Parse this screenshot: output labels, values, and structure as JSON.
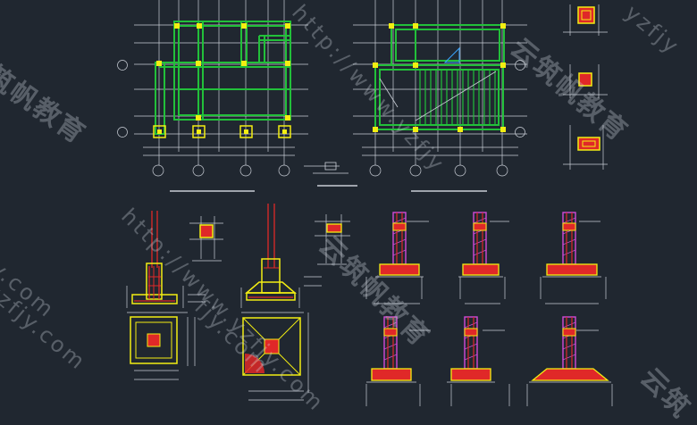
{
  "colors": {
    "background": "#202730",
    "grid": "#c9ced6",
    "beam": "#22c03a",
    "column": "#f3ee12",
    "rebar": "#e02828",
    "wall": "#d24ad8",
    "stair": "#22c03a",
    "dim": "#d6dce3",
    "watermark": "#cfd6de"
  },
  "watermarks": [
    {
      "id": "wm-1",
      "text": "yzfjy.com",
      "cls": "mid"
    },
    {
      "id": "wm-2",
      "text": "http://www.yzfjy.com",
      "cls": "mid"
    },
    {
      "id": "wm-3",
      "text": "云筑帆教育",
      "cls": "big"
    },
    {
      "id": "wm-4",
      "text": "yzfjy",
      "cls": "mid"
    },
    {
      "id": "wm-5",
      "text": "筑帆教育",
      "cls": "big"
    },
    {
      "id": "wm-6",
      "text": "jy.com",
      "cls": "mid"
    },
    {
      "id": "wm-7",
      "text": "http://www.yzfjy",
      "cls": "mid"
    },
    {
      "id": "wm-8",
      "text": "云筑帆教育",
      "cls": "big"
    },
    {
      "id": "wm-9",
      "text": "fjy.com",
      "cls": "mid"
    },
    {
      "id": "wm-10",
      "text": "云筑",
      "cls": "big"
    }
  ]
}
